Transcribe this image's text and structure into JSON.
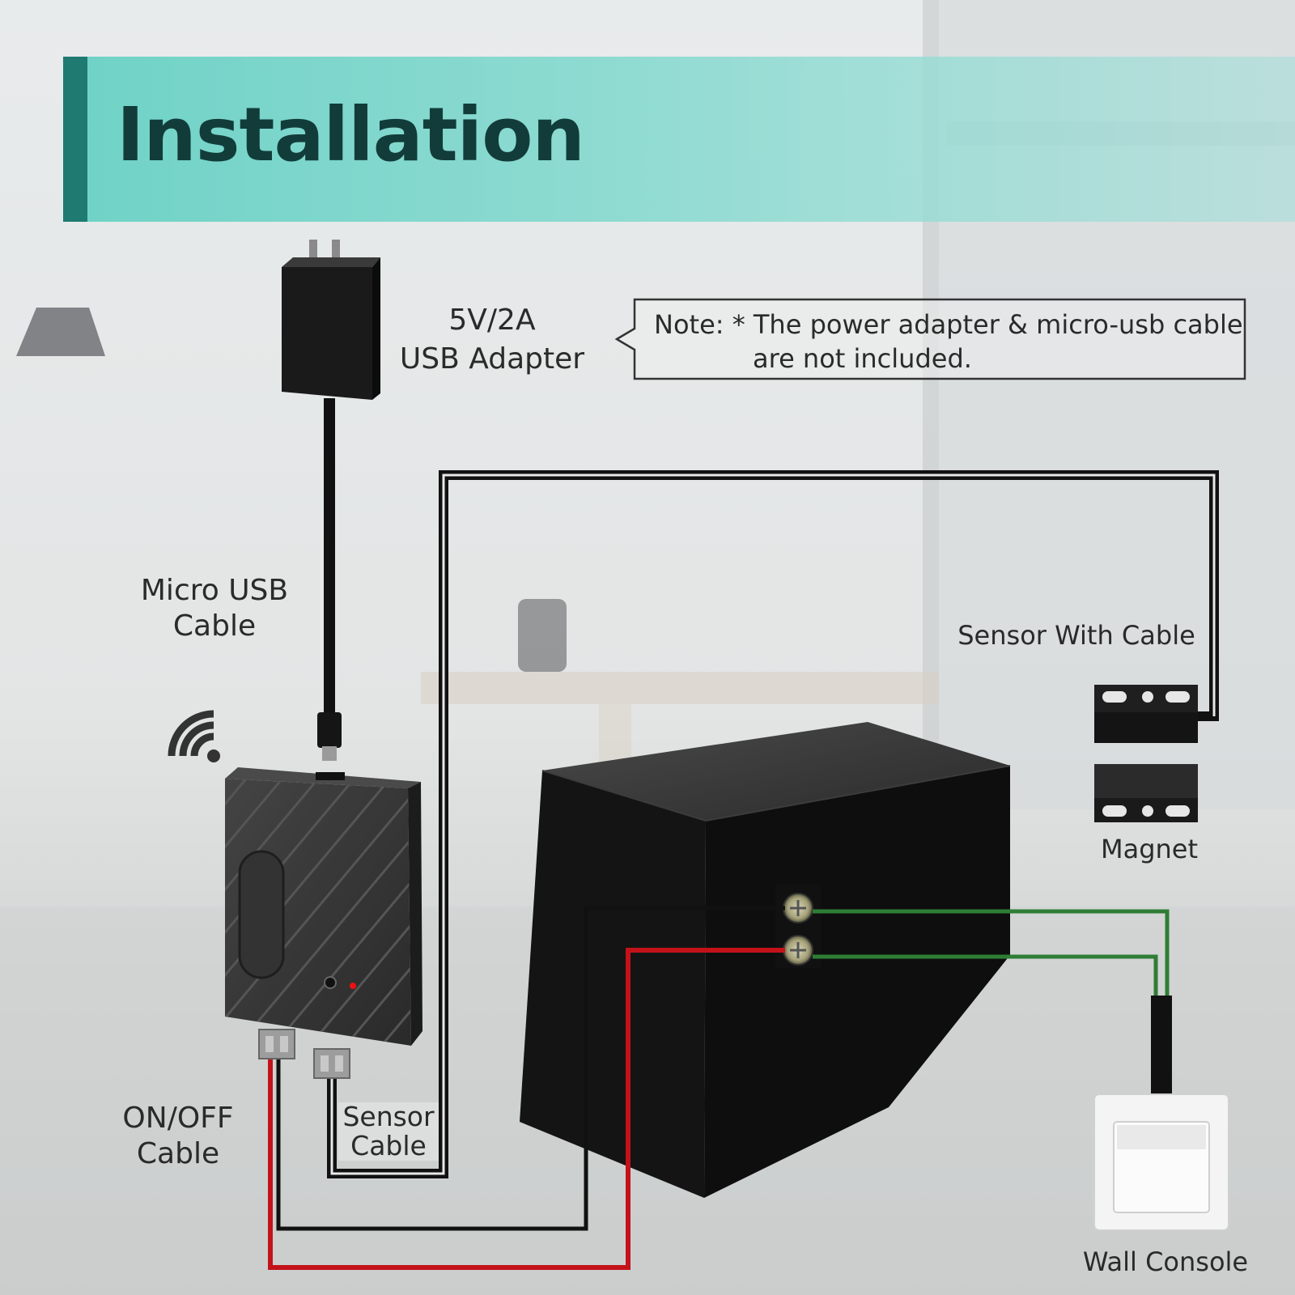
{
  "title": "Installation",
  "labels": {
    "adapter_line1": "5V/2A",
    "adapter_line2": "USB Adapter",
    "micro_usb_line1": "Micro USB",
    "micro_usb_line2": "Cable",
    "onoff_line1": "ON/OFF",
    "onoff_line2": "Cable",
    "sensor_cable_line1": "Sensor",
    "sensor_cable_line2": "Cable",
    "sensor_with_cable": "Sensor With Cable",
    "magnet": "Magnet",
    "wall_console": "Wall Console"
  },
  "note": {
    "line1": "Note: * The power adapter & micro-usb cable",
    "line2": "are not included."
  },
  "colors": {
    "banner": "#7fd6cc",
    "banner_accent": "#1f7a72",
    "title": "#123c3a",
    "red_wire": "#c4121a",
    "green_wire": "#2f7d35",
    "black_wire": "#111111"
  },
  "icons": [
    "wifi-icon",
    "usb-adapter-icon",
    "controller-device-icon",
    "garage-opener-box-icon",
    "sensor-icon",
    "magnet-icon",
    "wall-switch-icon"
  ]
}
